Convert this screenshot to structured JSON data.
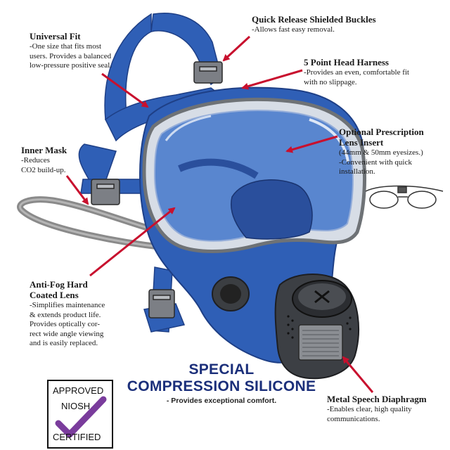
{
  "callouts": {
    "universal_fit": {
      "title": "Universal Fit",
      "desc": "-One size that fits most\nusers. Provides a balanced\nlow-pressure positive seal."
    },
    "quick_release": {
      "title": "Quick Release Shielded Buckles",
      "desc": "-Allows fast easy removal."
    },
    "head_harness": {
      "title": "5 Point Head Harness",
      "desc": "-Provides an even, comfortable fit\nwith no slippage."
    },
    "prescription": {
      "title": "Optional Prescription\nLens Insert",
      "desc": "(44mm & 50mm eyesizes.)\n-Convenient with quick\ninstallation."
    },
    "inner_mask": {
      "title": "Inner Mask",
      "desc": "-Reduces\nCO2 build-up."
    },
    "anti_fog": {
      "title": "Anti-Fog Hard\nCoated Lens",
      "desc": "-Simplifies maintenance\n& extends product life.\nProvides optically cor-\nrect wide angle viewing\nand is easily replaced."
    },
    "speech": {
      "title": "Metal Speech Diaphragm",
      "desc": "-Enables clear, high quality\ncommunications."
    }
  },
  "headline": {
    "line1": "SPECIAL",
    "line2": "COMPRESSION SILICONE",
    "sub": "- Provides exceptional comfort."
  },
  "badge": {
    "line1": "APPROVED",
    "line2": "NIOSH",
    "line3": "CERTIFIED"
  },
  "colors": {
    "mask_blue": "#2f5fb6",
    "mask_dark": "#1e3f86",
    "arrow_red": "#c8102e",
    "headline_blue": "#1b2f7a",
    "check_purple": "#7a3c9c",
    "filter_gray": "#3c3f44"
  }
}
